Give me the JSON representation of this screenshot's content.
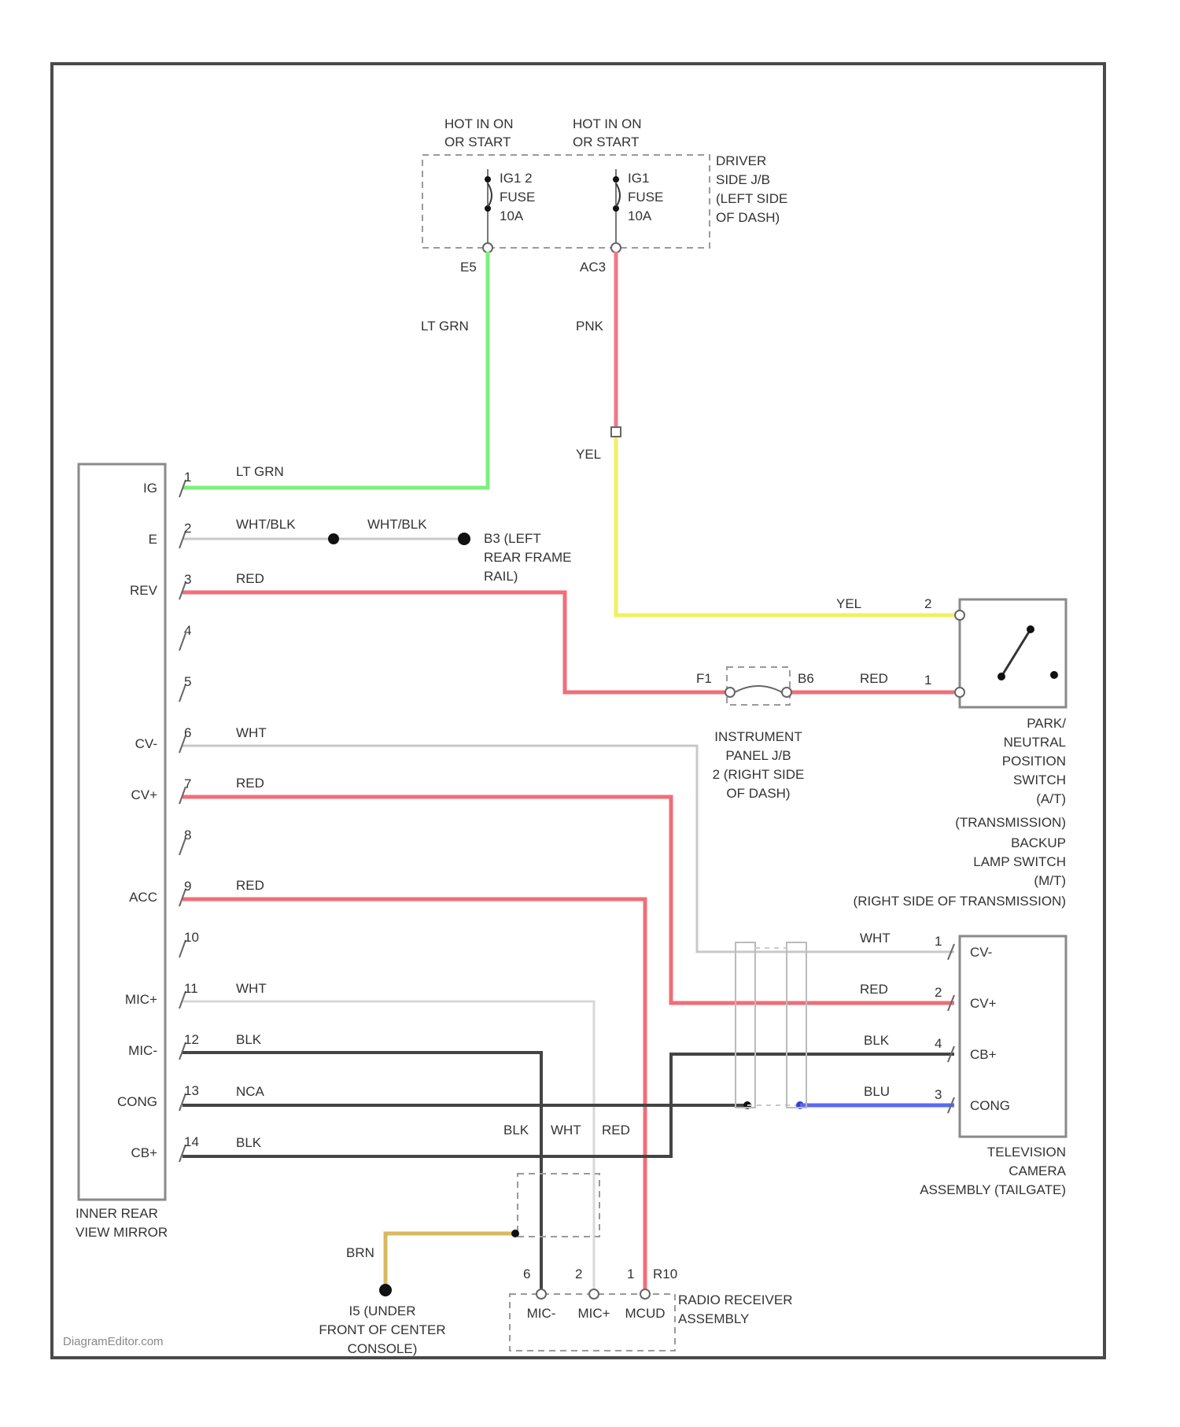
{
  "colors": {
    "lt_grn": "#7CF07C",
    "pnk": "#F07888",
    "yel": "#F0F060",
    "red": "#F06E78",
    "wht": "#C8C8C8",
    "blk": "#444444",
    "blu": "#5A6AF0",
    "brn": "#D8B860",
    "frame": "#4a4a4a"
  },
  "power": {
    "left_label_1": "HOT IN ON",
    "left_label_2": "OR START",
    "right_label_1": "HOT IN ON",
    "right_label_2": "OR START",
    "fuse_left_1": "IG1 2",
    "fuse_left_2": "FUSE",
    "fuse_left_3": "10A",
    "fuse_right_1": "IG1",
    "fuse_right_2": "FUSE",
    "fuse_right_3": "10A",
    "jb_1": "DRIVER",
    "jb_2": "SIDE J/B",
    "jb_3": "(LEFT SIDE",
    "jb_4": "OF DASH)",
    "term_left": "E5",
    "term_right": "AC3"
  },
  "wires": {
    "lt_grn": "LT GRN",
    "pnk": "PNK",
    "yel": "YEL",
    "yel_2": "YEL",
    "wht_blk": "WHT/BLK",
    "wht_blk_2": "WHT/BLK",
    "red": "RED",
    "red_sw": "RED",
    "wht": "WHT",
    "wht_cam": "WHT",
    "red_cam": "RED",
    "blk_cam": "BLK",
    "blu_cam": "BLU",
    "blk": "BLK",
    "nca": "NCA",
    "blk_v": "BLK",
    "wht_v": "WHT",
    "red_v": "RED",
    "brn": "BRN",
    "red_radio": "RED"
  },
  "ground": {
    "g_left_1": "B3 (LEFT",
    "g_left_2": "REAR FRAME",
    "g_left_3": "RAIL)",
    "g_bottom_1": "I5 (UNDER",
    "g_bottom_2": "FRONT OF CENTER",
    "g_bottom_3": "CONSOLE)"
  },
  "mirror": {
    "name_1": "INNER REAR",
    "name_2": "VIEW MIRROR",
    "pins": [
      {
        "num": "1",
        "label": "IG"
      },
      {
        "num": "2",
        "label": "E"
      },
      {
        "num": "3",
        "label": "REV"
      },
      {
        "num": "4",
        "label": ""
      },
      {
        "num": "5",
        "label": ""
      },
      {
        "num": "6",
        "label": "CV-"
      },
      {
        "num": "7",
        "label": "CV+"
      },
      {
        "num": "8",
        "label": ""
      },
      {
        "num": "9",
        "label": "ACC"
      },
      {
        "num": "10",
        "label": ""
      },
      {
        "num": "11",
        "label": "MIC+"
      },
      {
        "num": "12",
        "label": "MIC-"
      },
      {
        "num": "13",
        "label": "CONG"
      },
      {
        "num": "14",
        "label": "CB+"
      }
    ]
  },
  "ipjb": {
    "term_left": "F1",
    "term_right": "B6",
    "name_1": "INSTRUMENT",
    "name_2": "PANEL J/B",
    "name_3": "2 (RIGHT SIDE",
    "name_4": "OF DASH)"
  },
  "switch": {
    "pin_top": "2",
    "pin_bottom": "1",
    "name_1": "PARK/",
    "name_2": "NEUTRAL",
    "name_3": "POSITION",
    "name_4": "SWITCH",
    "name_5": "(A/T)",
    "name_6": "(TRANSMISSION)",
    "name_7": "BACKUP",
    "name_8": "LAMP SWITCH",
    "name_9": "(M/T)",
    "name_10": "(RIGHT SIDE OF TRANSMISSION)"
  },
  "camera": {
    "pins": [
      {
        "num": "1",
        "label": "CV-"
      },
      {
        "num": "2",
        "label": "CV+"
      },
      {
        "num": "4",
        "label": "CB+"
      },
      {
        "num": "3",
        "label": "CONG"
      }
    ],
    "name_1": "TELEVISION",
    "name_2": "CAMERA",
    "name_3": "ASSEMBLY (TAILGATE)"
  },
  "radio": {
    "pin_1": "6",
    "pin_2": "2",
    "pin_3": "1",
    "term": "R10",
    "lbl_1": "MIC-",
    "lbl_2": "MIC+",
    "lbl_3": "MCUD",
    "name_1": "RADIO RECEIVER",
    "name_2": "ASSEMBLY"
  },
  "watermark": "DiagramEditor.com"
}
